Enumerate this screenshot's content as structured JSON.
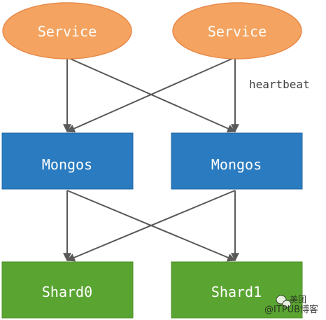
{
  "nodes": {
    "service_left": "Service",
    "service_right": "Service",
    "mongos_left": "Mongos",
    "mongos_right": "Mongos",
    "shard_left": "Shard0",
    "shard_right": "Shard1"
  },
  "labels": {
    "heartbeat": "heartbeat"
  },
  "watermark": {
    "text": "@ITPUB博客",
    "logo_text": "美团"
  },
  "colors": {
    "service_fill": "#f4a460",
    "mongos_fill": "#2a7bc0",
    "shard_fill": "#5aa531",
    "arrow": "#595959",
    "node_text": "#ffffff",
    "label_text": "#404040"
  }
}
